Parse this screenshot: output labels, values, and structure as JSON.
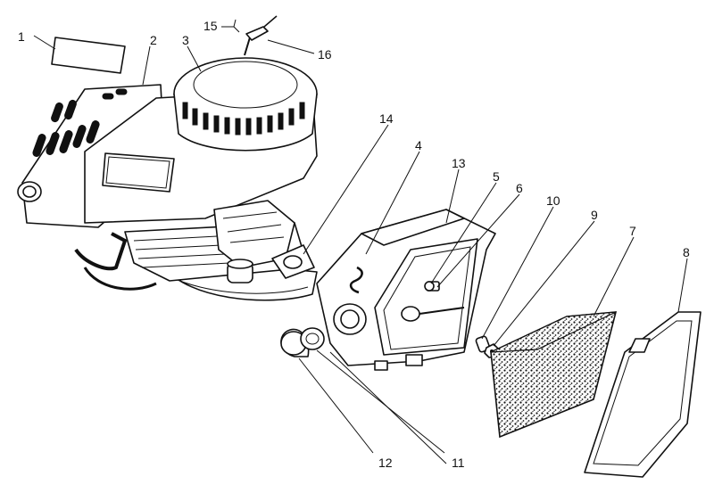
{
  "diagram": {
    "callouts": [
      {
        "id": "1",
        "label": "1"
      },
      {
        "id": "2",
        "label": "2"
      },
      {
        "id": "3",
        "label": "3"
      },
      {
        "id": "4",
        "label": "4"
      },
      {
        "id": "5",
        "label": "5"
      },
      {
        "id": "6",
        "label": "6"
      },
      {
        "id": "7",
        "label": "7"
      },
      {
        "id": "8",
        "label": "8"
      },
      {
        "id": "9",
        "label": "9"
      },
      {
        "id": "10",
        "label": "10"
      },
      {
        "id": "11",
        "label": "11"
      },
      {
        "id": "12",
        "label": "12"
      },
      {
        "id": "13",
        "label": "13"
      },
      {
        "id": "14",
        "label": "14"
      },
      {
        "id": "15",
        "label": "15"
      },
      {
        "id": "16",
        "label": "16"
      }
    ],
    "colors": {
      "ink": "#111111",
      "paper": "#ffffff"
    }
  }
}
